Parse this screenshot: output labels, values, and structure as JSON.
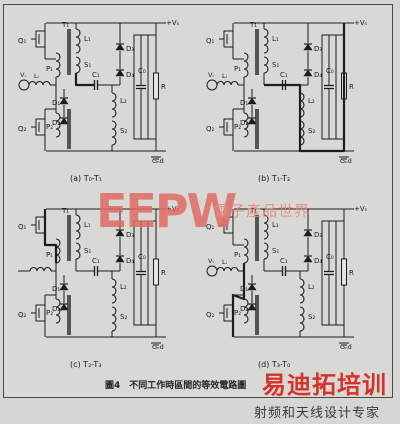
{
  "figure_caption": "圖4　不同工作時區間的等效電路圖",
  "watermark": {
    "logo": "EEPW",
    "sub": "電子產品世界"
  },
  "brand": {
    "name": "易迪拓培训",
    "tagline": "射频和天线设计专家"
  },
  "panels": [
    {
      "caption": "(a) T₀-T₁",
      "vs": "+Vₛ",
      "gnd": "Gₙd"
    },
    {
      "caption": "(b) T₁-T₂",
      "vs": "+Vₛ",
      "gnd": "Gₙd"
    },
    {
      "caption": "(c) T₂-T₃",
      "vs": "+Vₛ",
      "gnd": "Gₙd"
    },
    {
      "caption": "(d) T₃-T₀",
      "vs": "+Vₛ",
      "gnd": "Gₙd"
    }
  ],
  "labels": {
    "t1": "T₁",
    "q1": "Q₁",
    "q2": "Q₂",
    "p1": "P₁",
    "p2": "P₂",
    "l1": "L₁",
    "l2": "L₂",
    "s1": "S₁",
    "s2": "S₂",
    "c1": "C₁",
    "co": "C₀",
    "d1": "D₁",
    "d2": "D₂",
    "d3": "D₃",
    "d4": "D₄",
    "r": "R",
    "vi": "Vᵢ",
    "li": "Lᵢ"
  }
}
